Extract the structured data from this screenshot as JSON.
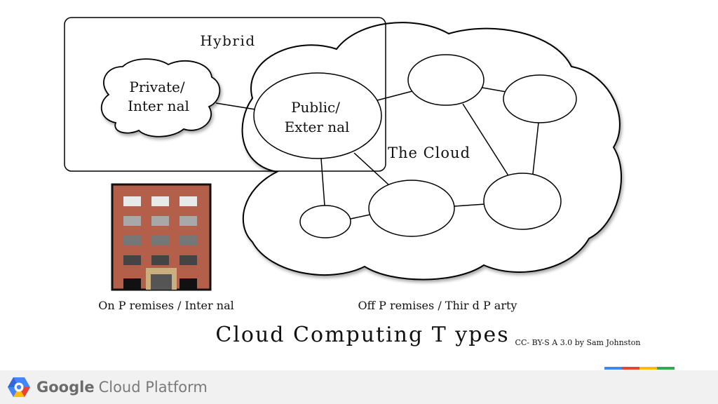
{
  "diagram": {
    "hybrid_label": "Hybrid",
    "private_label_line1": "Private/",
    "private_label_line2": "Inter nal",
    "public_label_line1": "Public/",
    "public_label_line2": "Exter nal",
    "cloud_label": "The Cloud",
    "on_premises_caption": "On P remises / Inter nal",
    "off_premises_caption": "Off P remises / Thir d P arty",
    "title": "Cloud Computing T ypes",
    "credit": "CC- BY-S A 3.0 by Sam Johnston"
  },
  "footer": {
    "brand_google": "Google",
    "brand_product": "Cloud Platform"
  },
  "colors": {
    "accent_blue": "#4285f4",
    "accent_red": "#ea4335",
    "accent_yellow": "#fbbc05",
    "accent_green": "#34a853",
    "building_brick": "#b45f4a"
  },
  "icons": {
    "logo": "google-cloud-platform-logo",
    "building": "building-icon"
  }
}
